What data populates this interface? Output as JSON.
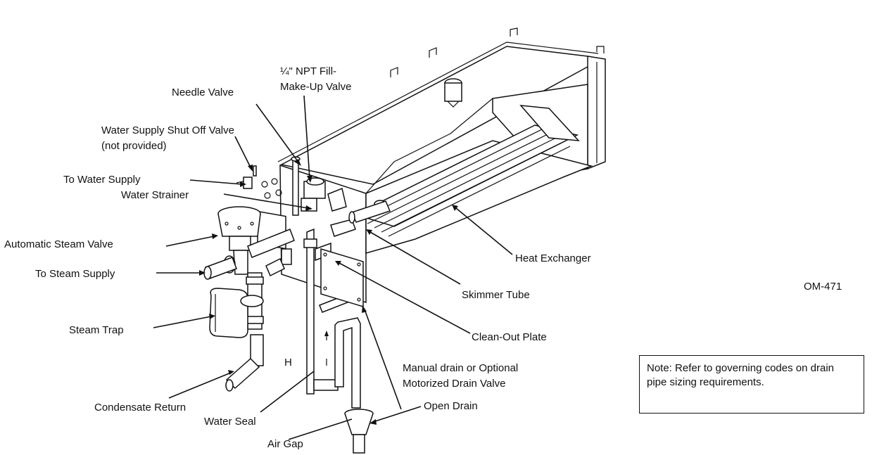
{
  "labels": {
    "needle_valve": "Needle Valve",
    "fill_valve_line1": "¼\" NPT Fill-",
    "fill_valve_line2": "Make-Up Valve",
    "shutoff_line1": "Water Supply Shut Off Valve",
    "shutoff_line2": "(not provided)",
    "to_water_supply": "To Water Supply",
    "water_strainer": "Water Strainer",
    "automatic_steam_valve": "Automatic Steam Valve",
    "to_steam_supply": "To Steam Supply",
    "steam_trap": "Steam Trap",
    "condensate_return": "Condensate Return",
    "water_seal": "Water Seal",
    "air_gap": "Air Gap",
    "open_drain": "Open Drain",
    "manual_drain_line1": "Manual drain or Optional",
    "manual_drain_line2": "Motorized Drain Valve",
    "clean_out_plate": "Clean-Out Plate",
    "skimmer_tube": "Skimmer Tube",
    "heat_exchanger": "Heat Exchanger",
    "h_marker": "H",
    "figure_id": "OM-471"
  },
  "note": {
    "text": "Note:  Refer to governing codes on drain pipe sizing requirements."
  }
}
